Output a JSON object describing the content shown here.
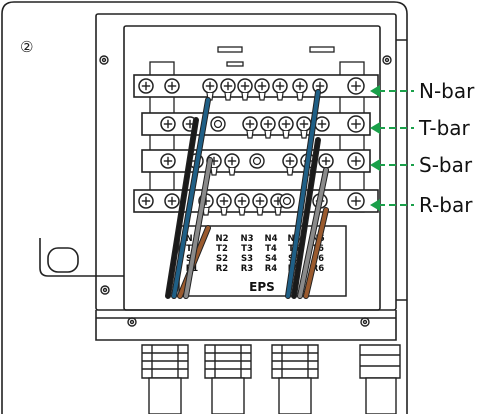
{
  "figure": {
    "step_number": "②",
    "callouts": [
      {
        "label": "N-bar",
        "color": "#1aa04a"
      },
      {
        "label": "T-bar",
        "color": "#1aa04a"
      },
      {
        "label": "S-bar",
        "color": "#1aa04a"
      },
      {
        "label": "R-bar",
        "color": "#1aa04a"
      }
    ],
    "eps_plate": {
      "title": "EPS",
      "columns": [
        [
          "N1",
          "T1",
          "S1",
          "R1"
        ],
        [
          "N2",
          "T2",
          "S2",
          "R2"
        ],
        [
          "N3",
          "T3",
          "S3",
          "R3"
        ],
        [
          "N4",
          "T4",
          "S4",
          "R4"
        ],
        [
          "N5",
          "T5",
          "S5",
          "R5"
        ],
        [
          "N6",
          "T6",
          "S6",
          "R6"
        ]
      ]
    },
    "wire_colors": {
      "black": "#1a1a1a",
      "blue": "#1f5f86",
      "brown": "#9a5a2e",
      "grey": "#8a8a8a"
    }
  }
}
